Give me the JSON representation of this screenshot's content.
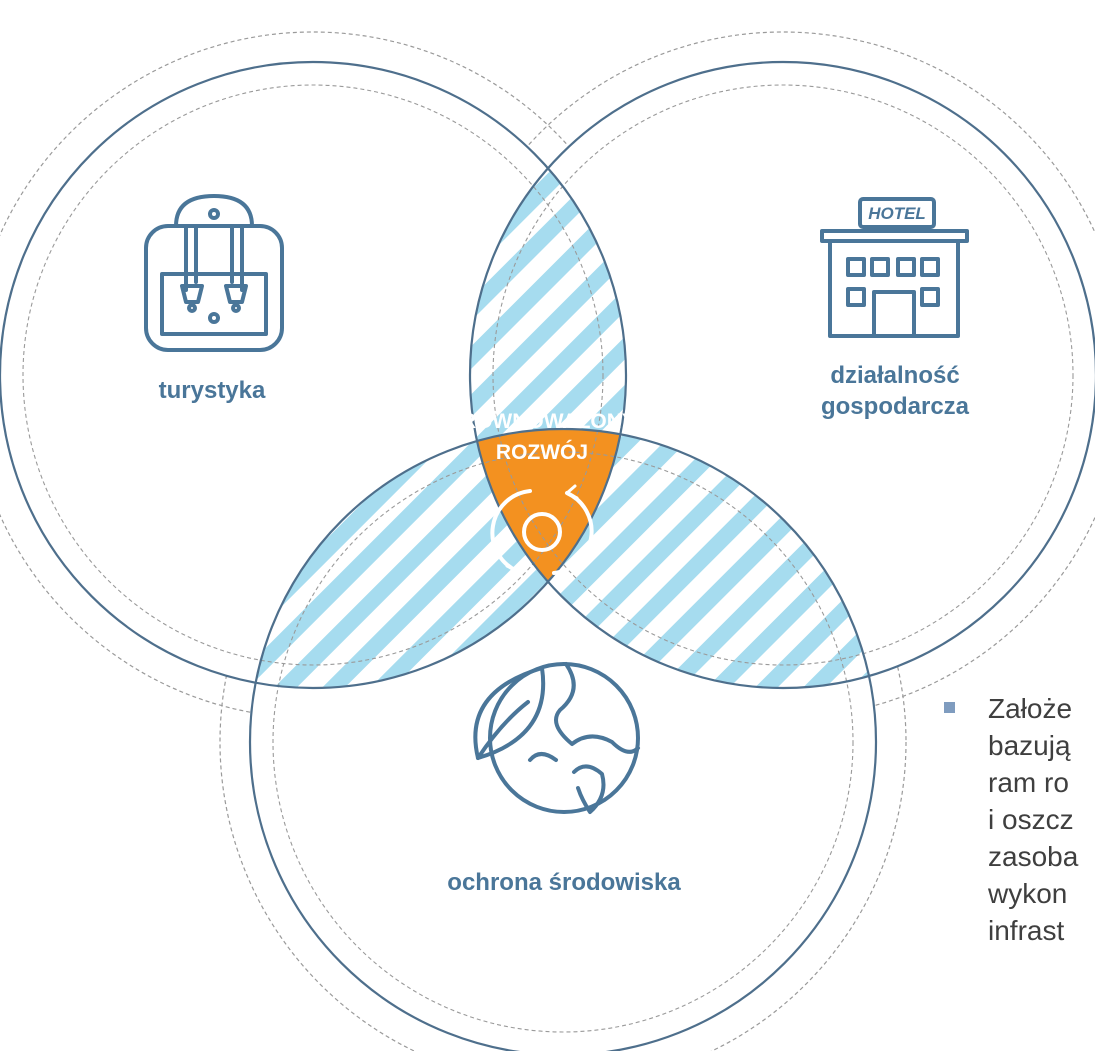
{
  "colors": {
    "circle_stroke": "#4e6f8c",
    "dashed_stroke": "#9a9a9a",
    "icon_stroke": "#4a7699",
    "hatch_blue": "#a6dcef",
    "center_orange": "#f39120",
    "label_text": "#4a7699",
    "center_text": "#ffffff",
    "body_text": "#3f3f3f",
    "bullet": "#7f9cbf"
  },
  "diagram": {
    "sets": [
      {
        "label_lines": [
          "turystyka"
        ],
        "icon": "backpack-icon"
      },
      {
        "label_lines": [
          "działalność",
          "gospodarcza"
        ],
        "icon": "hotel-icon",
        "icon_text": "HOTEL"
      },
      {
        "label_lines": [
          "ochrona środowiska"
        ],
        "icon": "leaf-globe-icon"
      }
    ],
    "center": {
      "label_lines": [
        "ZRÓWNOWAŻONY",
        "ROZWÓJ"
      ],
      "icon": "cycle-arrows-icon"
    }
  },
  "side_text": {
    "lines": [
      "Założe",
      "bazują",
      "ram ro",
      "i oszcz",
      "zasoba",
      "wykon",
      "infrast"
    ]
  }
}
